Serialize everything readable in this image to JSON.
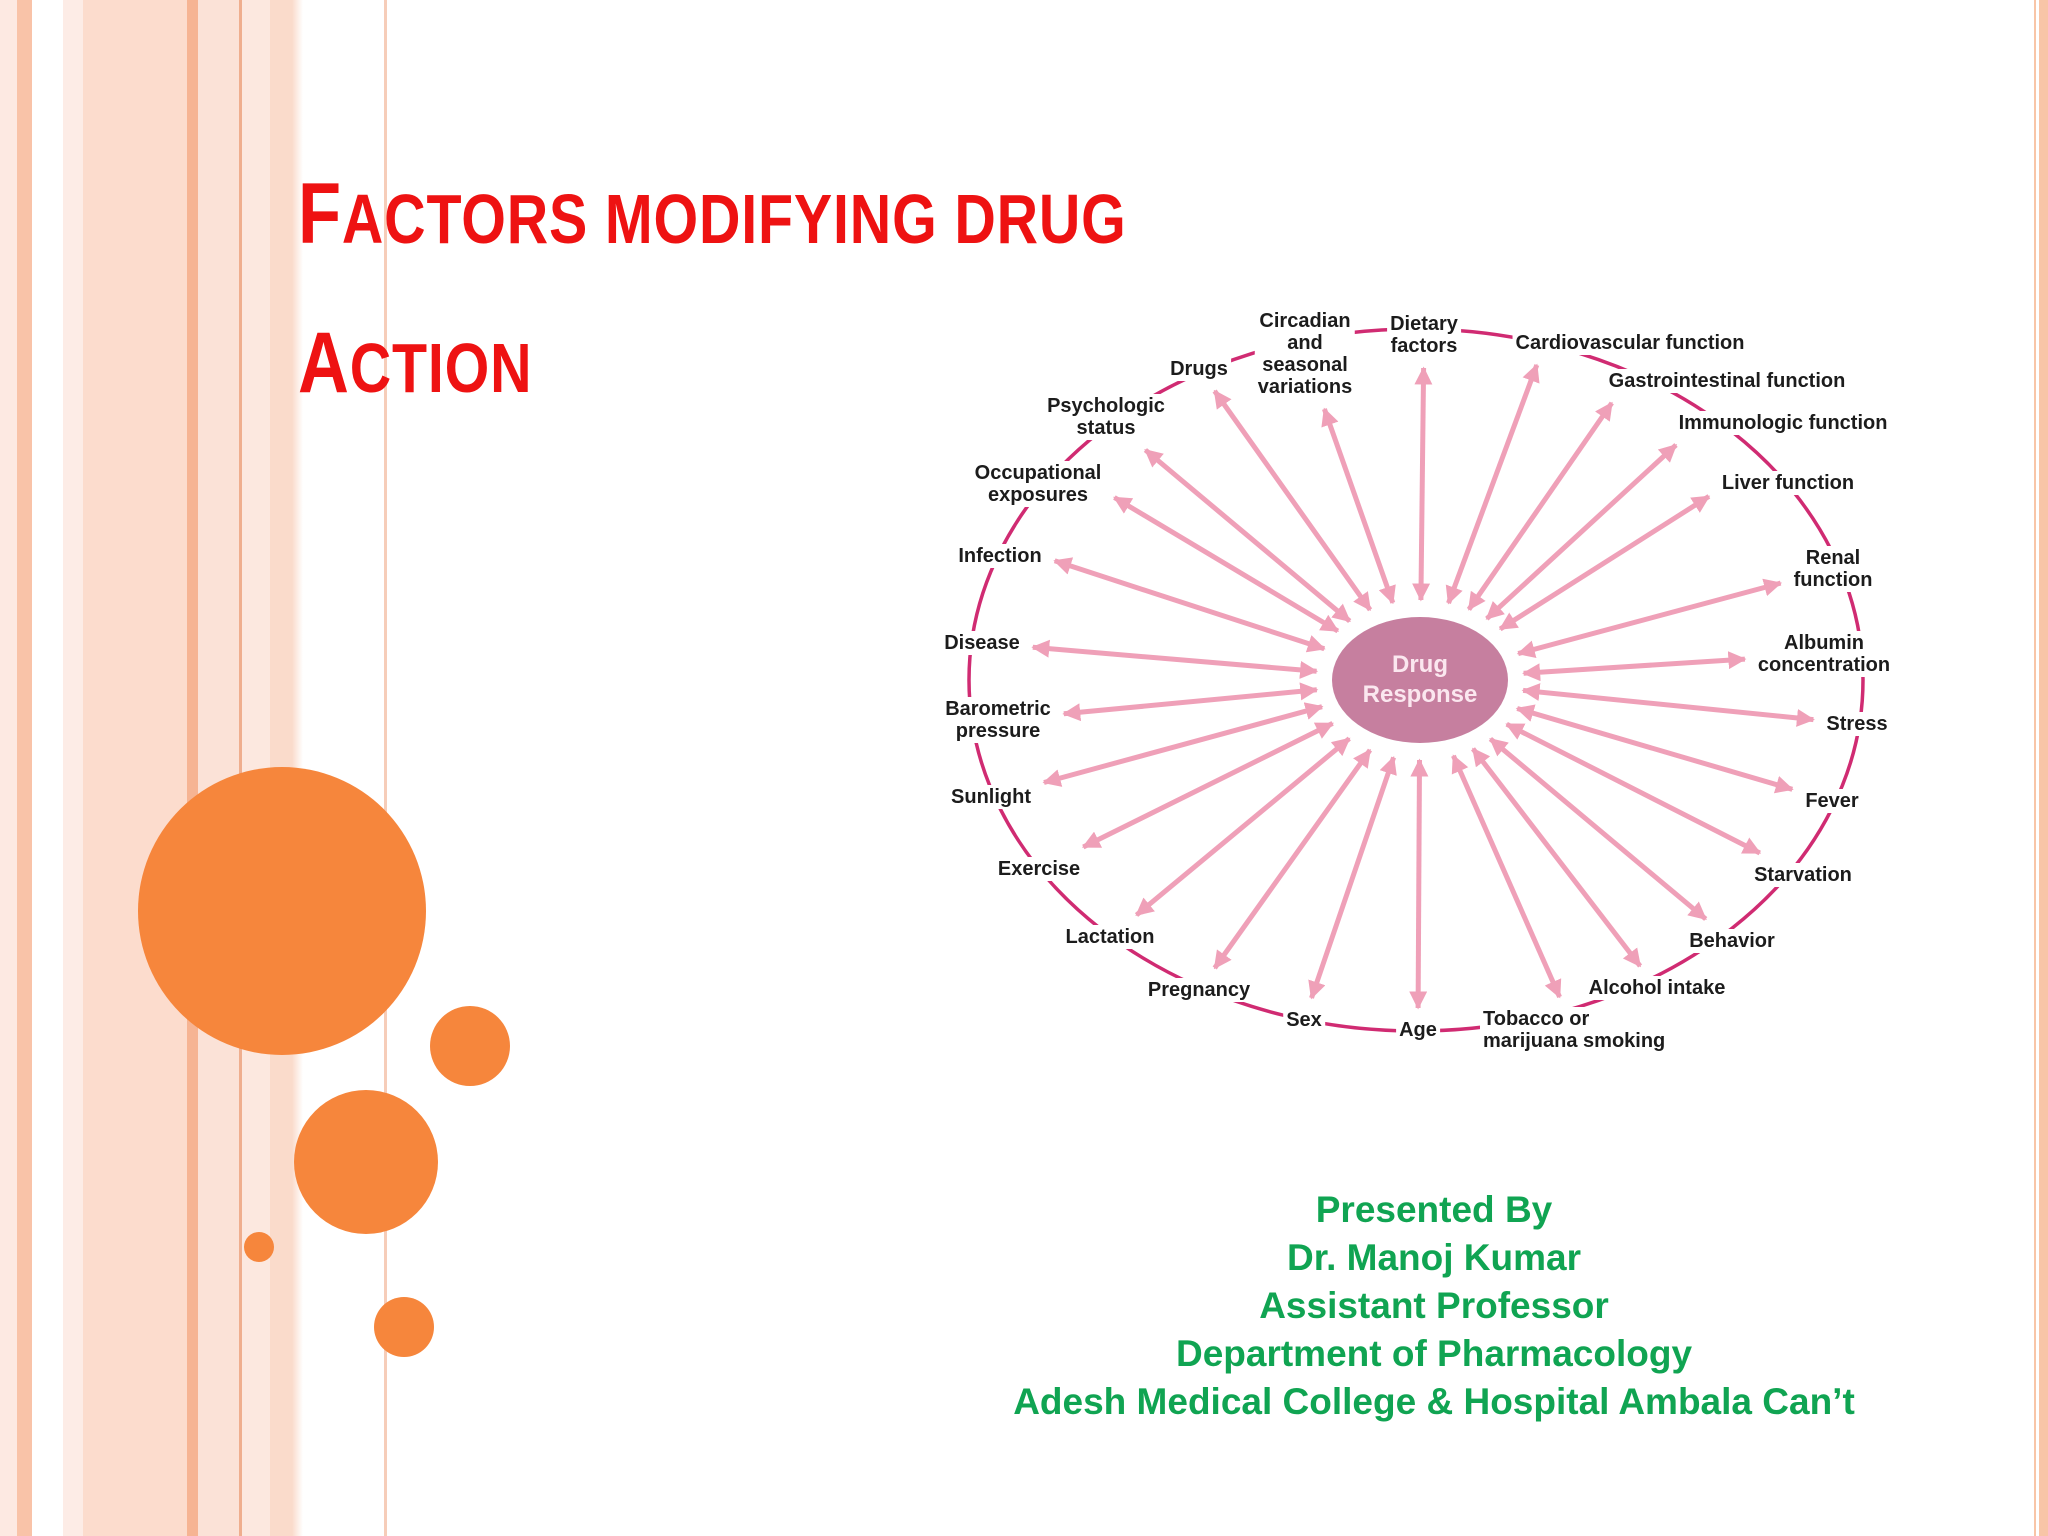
{
  "slide": {
    "title": {
      "line1_initial": "F",
      "line1_rest": "ACTORS MODIFYING DRUG",
      "line2_initial": "A",
      "line2_rest": "CTION",
      "color": "#ee1212"
    },
    "accent_orange": "#f6863c",
    "credits": {
      "color": "#10a452",
      "lines": [
        "Presented By",
        "Dr. Manoj Kumar",
        "Assistant Professor",
        "Department of Pharmacology",
        "Adesh Medical College & Hospital Ambala Can’t"
      ]
    }
  },
  "diagram": {
    "center_label": "Drug\nResponse",
    "center_fill": "#c67f9f",
    "ellipse_color": "#d02b72",
    "arrow_color": "#efa0b8",
    "factors": [
      "Circadian\nand\nseasonal\nvariations",
      "Dietary\nfactors",
      "Cardiovascular function",
      "Gastrointestinal function",
      "Immunologic function",
      "Liver function",
      "Renal\nfunction",
      "Albumin\nconcentration",
      "Stress",
      "Fever",
      "Starvation",
      "Behavior",
      "Alcohol intake",
      "Tobacco or\nmarijuana smoking",
      "Age",
      "Sex",
      "Pregnancy",
      "Lactation",
      "Exercise",
      "Sunlight",
      "Barometric\npressure",
      "Disease",
      "Infection",
      "Occupational\nexposures",
      "Psychologic\nstatus",
      "Drugs"
    ]
  }
}
